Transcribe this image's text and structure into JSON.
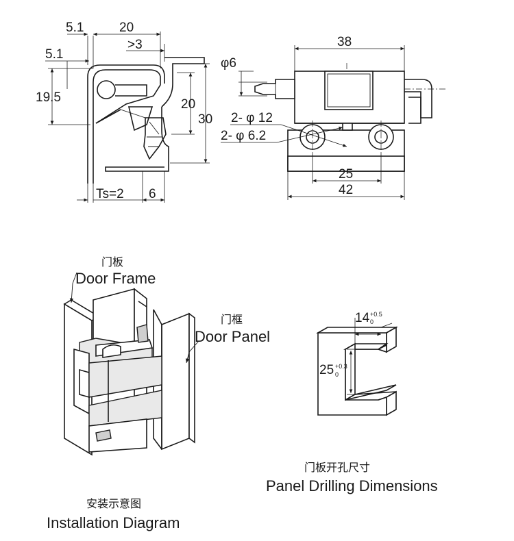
{
  "side_view": {
    "dim_top_left": "5.1",
    "dim_top_width": "20",
    "dim_gap": ">3",
    "dim_left_offset": "5.1",
    "dim_pivot_height": "19.5",
    "dim_inner_height": "20",
    "dim_total_height": "30",
    "dim_ts": "Ts=2",
    "dim_bottom": "6"
  },
  "front_view": {
    "dim_overall_top": "38",
    "dim_pin": "φ6",
    "dim_counterbore": "2- φ 12",
    "dim_hole": "2- φ 6.2",
    "dim_hole_pitch": "25",
    "dim_overall_bottom": "42"
  },
  "installation": {
    "door_frame_cn": "门板",
    "door_frame_en": "Door Frame",
    "door_panel_cn": "门框",
    "door_panel_en": "Door Panel",
    "caption_cn": "安装示意图",
    "caption_en": "Installation Diagram"
  },
  "drilling": {
    "width_value": "14",
    "width_tol_upper": "+0.5",
    "width_tol_lower": "0",
    "height_value": "25",
    "height_tol_upper": "+0.3",
    "height_tol_lower": "0",
    "caption_cn": "门板开孔尺寸",
    "caption_en": "Panel Drilling Dimensions"
  }
}
